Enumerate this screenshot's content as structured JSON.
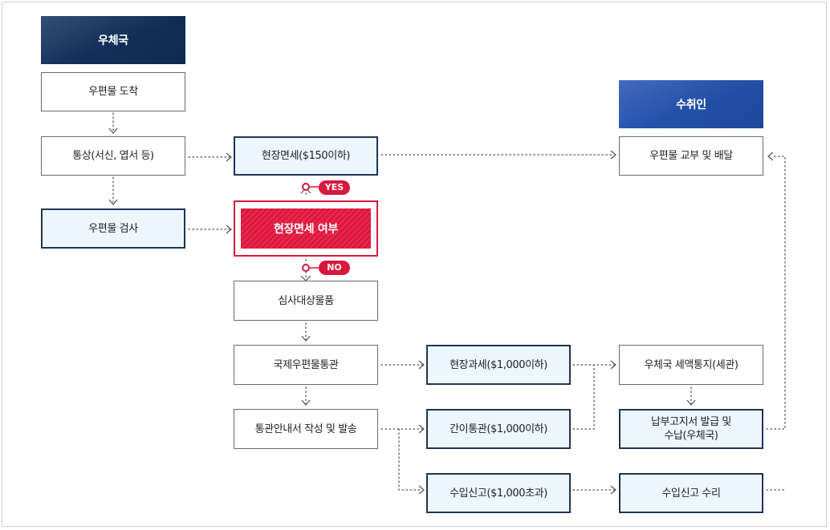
{
  "headers": {
    "post_office": "우체국",
    "recipient": "수취인"
  },
  "nodes": {
    "mail_arrival": "우편물 도착",
    "ordinary": "통상(서신, 엽서 등)",
    "mail_inspection": "우편물 검사",
    "onsite_exempt": "현장면세($150이하)",
    "exempt_decision": "현장면세 여부",
    "review_items": "심사대상물품",
    "intl_mail_clearance": "국제우편물통관",
    "clearance_notice": "통관안내서 작성 및 발송",
    "onsite_tax": "현장과세($1,000이하)",
    "simple_clearance": "간이통관($1,000이하)",
    "import_declaration": "수입신고($1,000초과)",
    "delivery": "우편물 교부 및 배달",
    "tax_notice": "우체국 세액통지(세관)",
    "payment_line1": "납부고지서 발급 및",
    "payment_line2": "수납(우체국)",
    "declaration_accept": "수입신고 수리"
  },
  "labels": {
    "yes": "YES",
    "no": "NO"
  },
  "colors": {
    "navy": "#13305a",
    "blue": "#2451a8",
    "red": "#d8183d",
    "tint": "#edf6fc"
  }
}
